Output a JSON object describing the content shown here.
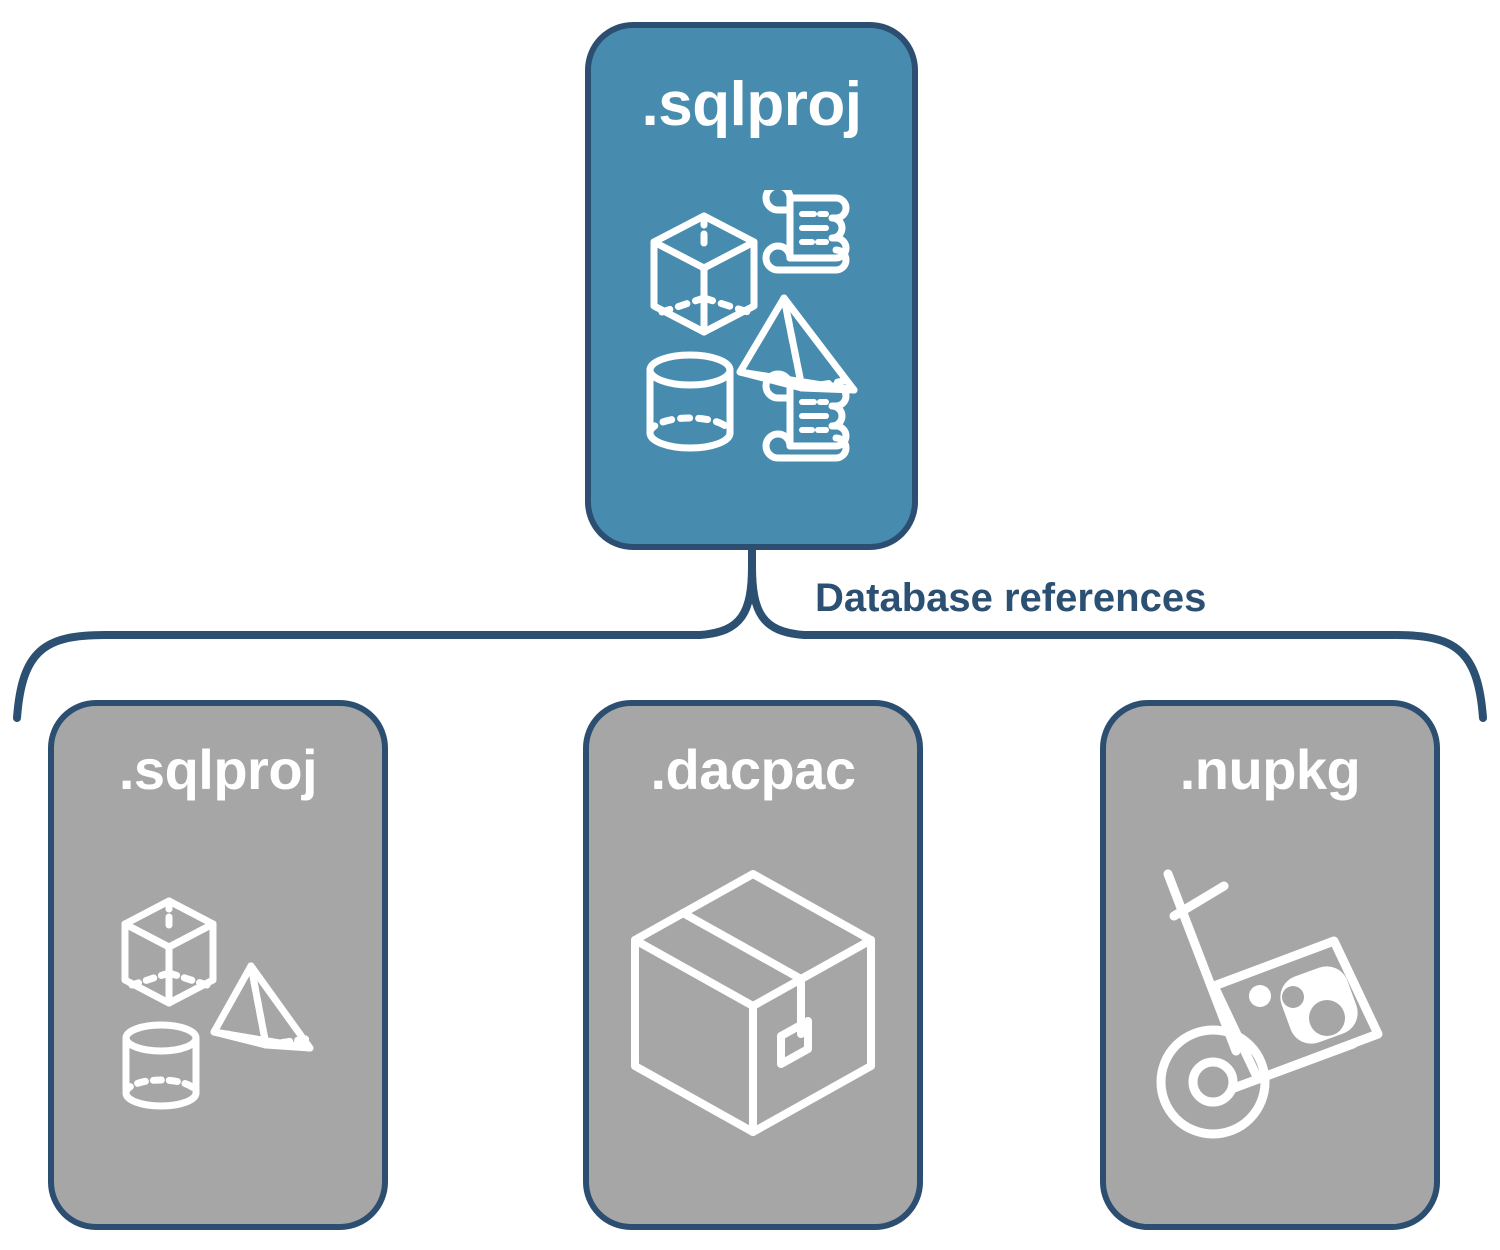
{
  "diagram": {
    "title": "Database references",
    "colors": {
      "primary_card_fill": "#478cae",
      "secondary_card_fill": "#a6a6a6",
      "card_border": "#2c4f71",
      "label_text": "#2c5072",
      "icon_stroke": "#ffffff",
      "background": "#ffffff"
    }
  },
  "source_card": {
    "label": ".sqlproj",
    "fill": "primary",
    "icons": [
      "cube-icon",
      "scroll-icon",
      "pyramid-icon",
      "cylinder-icon",
      "scroll-icon"
    ]
  },
  "connector": {
    "label": "Database references",
    "style": "curly-brace",
    "branch_count": 3
  },
  "target_cards": [
    {
      "label": ".sqlproj",
      "fill": "secondary",
      "icons": [
        "cube-icon",
        "pyramid-icon",
        "cylinder-icon"
      ]
    },
    {
      "label": ".dacpac",
      "fill": "secondary",
      "icons": [
        "package-box-icon"
      ]
    },
    {
      "label": ".nupkg",
      "fill": "secondary",
      "icons": [
        "hand-truck-icon",
        "nuget-package-icon"
      ]
    }
  ]
}
